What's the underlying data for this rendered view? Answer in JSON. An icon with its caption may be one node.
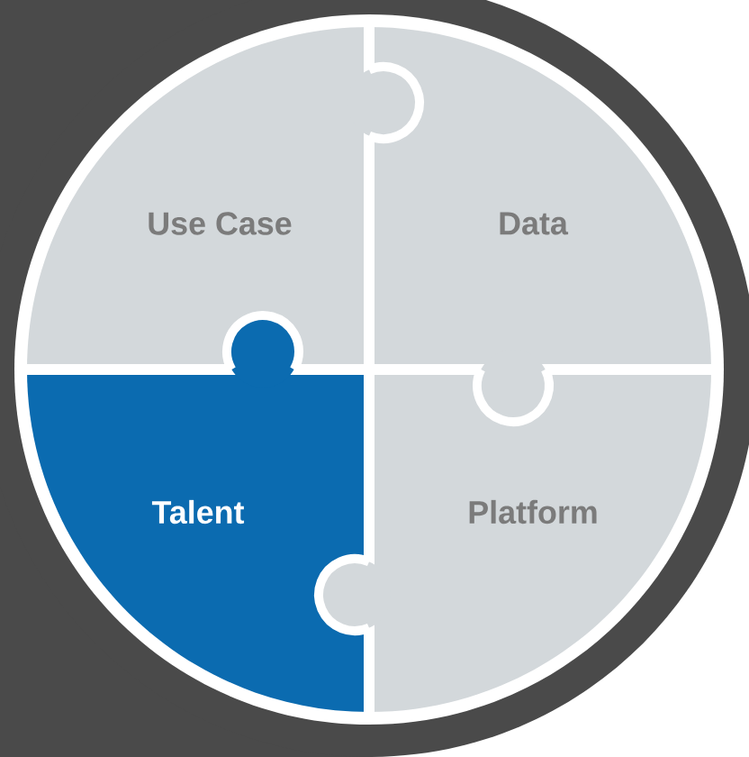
{
  "diagram": {
    "nodes": [
      {
        "text": [
          "Use Case"
        ]
      },
      {
        "text": [
          "Data"
        ]
      },
      {
        "text": [
          "Talent"
        ]
      },
      {
        "text": [
          "Platform"
        ]
      }
    ]
  }
}
